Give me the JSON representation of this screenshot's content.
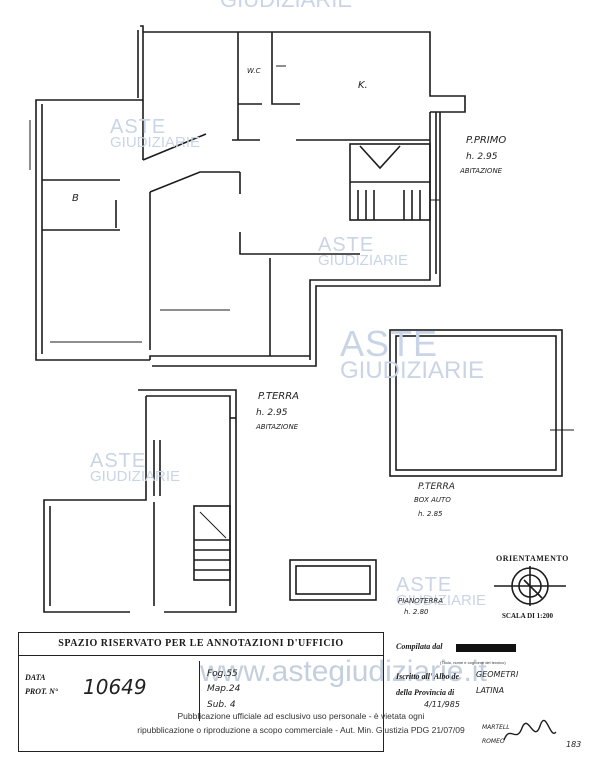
{
  "watermark": {
    "line1": "ASTE",
    "line2": "GIUDIZIARIE",
    "site_url": "www.astegiudiziarie.it"
  },
  "floor_plan": {
    "first_floor": {
      "title": "P.PRIMO",
      "height": "h. 2.95",
      "use": "ABITAZIONE",
      "room_kitchen": "K.",
      "room_wc": "W.C",
      "room_bedroom": "B"
    },
    "ground_floor_home": {
      "title": "P.TERRA",
      "height": "h. 2.95",
      "use": "ABITAZIONE"
    },
    "ground_floor_garage": {
      "title": "P.TERRA",
      "use": "BOX AUTO",
      "height": "h. 2.85"
    },
    "basement": {
      "title": "PIANOTERRA",
      "height": "h. 2.80"
    },
    "orientation_label": "ORIENTAMENTO",
    "scale_label": "SCALA DI 1:200"
  },
  "office_box": {
    "header": "SPAZIO RISERVATO PER LE ANNOTAZIONI D'UFFICIO",
    "data_label": "DATA",
    "prot_label": "PROT. N°",
    "prot_value": "10649",
    "foglio": "Fog.55",
    "mappale": "Map.24",
    "subalterno": "Sub. 4"
  },
  "compiler": {
    "compiled_by": "Compilata dal",
    "small_note": "(Titolo, nome e cognome del tecnico)",
    "albo_label": "Iscritto all' Albo de",
    "albo_value": "GEOMETRI",
    "province_label": "della Provincia di",
    "province_value": "LATINA",
    "date_value": "4/11/985",
    "name_line1": "MARTELL",
    "name_line2": "ROMEO",
    "number": "183"
  },
  "footer": {
    "line1": "Pubblicazione ufficiale ad esclusivo uso personale - è vietata ogni",
    "line2": "ripubblicazione o riproduzione a scopo commerciale - Aut. Min. Giustizia PDG 21/07/09"
  }
}
